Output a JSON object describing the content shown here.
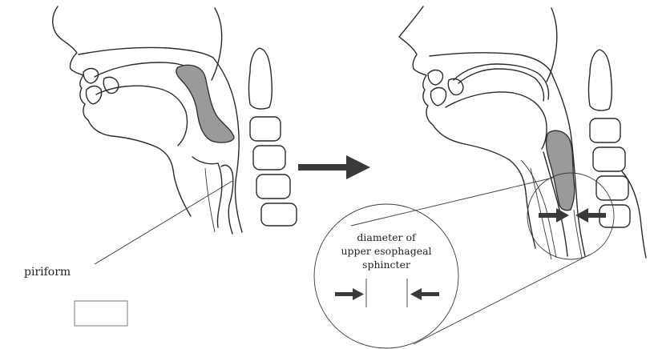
{
  "labels": {
    "piriform": "piriform",
    "inset_line1": "diameter of",
    "inset_line2": "upper esophageal",
    "inset_line3": "sphincter"
  },
  "colors": {
    "bolus": "#9a9a9a",
    "line": "#2a2a2a",
    "background": "#ffffff"
  }
}
